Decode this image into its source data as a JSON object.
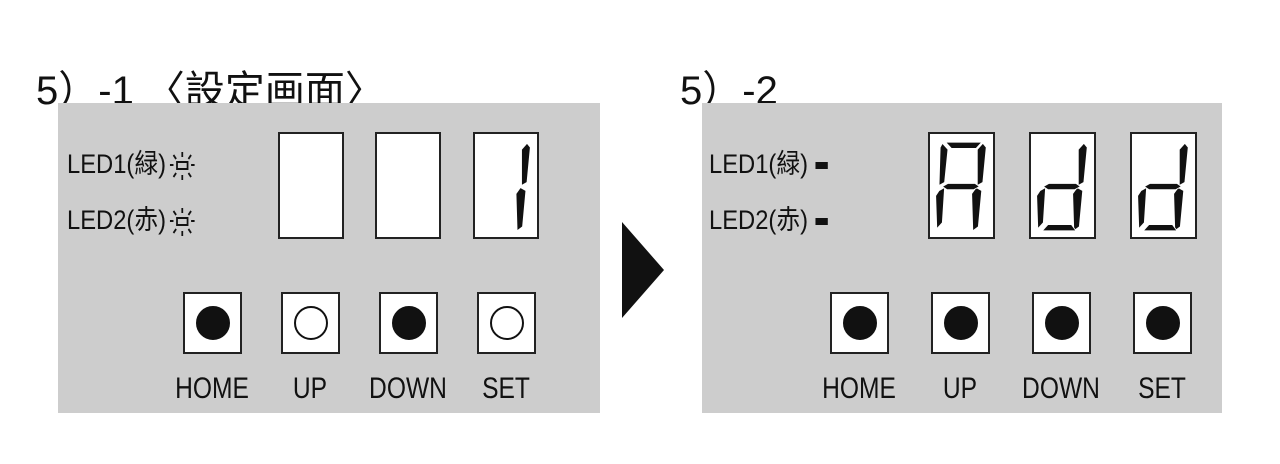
{
  "step1": {
    "title": "5）-1 〈設定画面〉",
    "led1": {
      "label": "LED1(緑)",
      "state": "blinking"
    },
    "led2": {
      "label": "LED2(赤)",
      "state": "blinking"
    },
    "display": [
      "",
      "",
      "1"
    ],
    "buttons": [
      {
        "label": "HOME",
        "lit": true
      },
      {
        "label": "UP",
        "lit": false
      },
      {
        "label": "DOWN",
        "lit": true
      },
      {
        "label": "SET",
        "lit": false
      }
    ]
  },
  "step2": {
    "title": "5）-2",
    "led1": {
      "label": "LED1(緑)",
      "state": "off"
    },
    "led2": {
      "label": "LED2(赤)",
      "state": "off"
    },
    "display": [
      "A",
      "d",
      "d"
    ],
    "buttons": [
      {
        "label": "HOME",
        "lit": true
      },
      {
        "label": "UP",
        "lit": true
      },
      {
        "label": "DOWN",
        "lit": true
      },
      {
        "label": "SET",
        "lit": true
      }
    ]
  },
  "arrow_icon": "right-triangle-icon"
}
